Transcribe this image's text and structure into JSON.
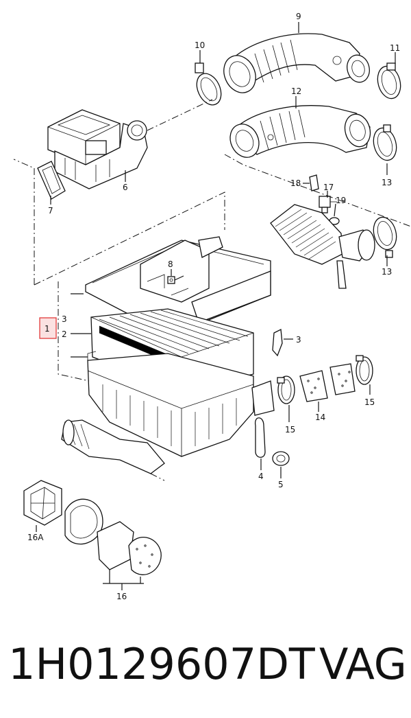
{
  "labels": {
    "l1": "1",
    "l2": "2",
    "l3": "3",
    "l3b": "3",
    "l4": "4",
    "l5": "5",
    "l6": "6",
    "l7": "7",
    "l8": "8",
    "l9": "9",
    "l10": "10",
    "l11": "11",
    "l12": "12",
    "l13": "13",
    "l13b": "13",
    "l14": "14",
    "l15": "15",
    "l15b": "15",
    "l16": "16",
    "l16a": "16A",
    "l17": "17",
    "l18": "18",
    "l19": "19"
  },
  "caption": {
    "part_number": "1H0129607DT",
    "brand": "VAG"
  },
  "colors": {
    "highlight": "#e23b3b",
    "highlight_fill": "#fbe1e1"
  }
}
